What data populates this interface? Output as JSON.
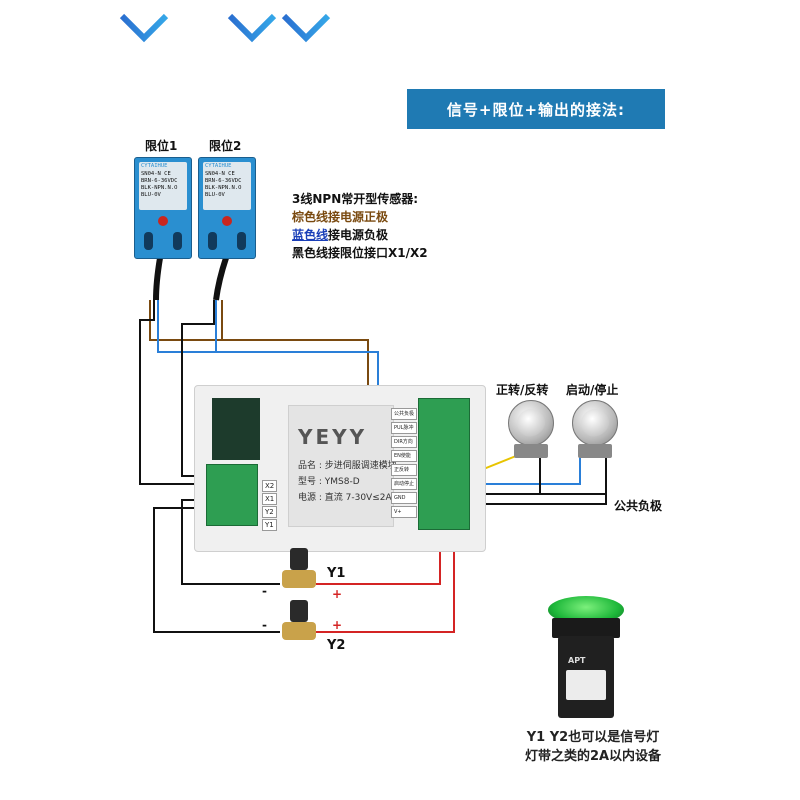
{
  "brand": {
    "logo_text": "YEYY"
  },
  "banner": {
    "title": "信号+限位+输出的接法:"
  },
  "sensors": [
    {
      "label": "限位1",
      "lines": [
        "SN04-N  CE",
        "BRN-6-36VDC",
        "BLK-NPN.N.O",
        "BLU-0V"
      ],
      "brand_mark": "CYTAIHUE"
    },
    {
      "label": "限位2",
      "lines": [
        "SN04-N  CE",
        "BRN-6-36VDC",
        "BLK-NPN.N.O",
        "BLU-0V"
      ],
      "brand_mark": "CYTAIHUE"
    }
  ],
  "sensor_note": {
    "line1": "3线NPN常开型传感器:",
    "line2": "棕色线接电源正极",
    "line3_a": "蓝色线",
    "line3_b": "接电源负极",
    "line4_a": "黑色线",
    "line4_b": "接限位接口X1/X2"
  },
  "buttons": {
    "left_label": "正转/反转",
    "right_label": "启动/停止"
  },
  "common_negative": "公共负极",
  "module": {
    "logo": "YEYY",
    "name_line": "品名 : 步进伺服调速模块",
    "model_line": "型号 : YMS8-D",
    "power_line": "电源 : 直流 7-30V≤2A",
    "left_pins": [
      "X2",
      "X1",
      "Y2",
      "Y1"
    ],
    "right_pins": [
      "公共负极",
      "PUL脉冲",
      "DIR方向",
      "EN使能",
      "正反转",
      "启动停止",
      "GND",
      "V+"
    ]
  },
  "valves": {
    "y1_label": "Y1",
    "y2_label": "Y2",
    "minus": "-",
    "plus": "+"
  },
  "bottom_note": {
    "line1": "Y1  Y2也可以是信号灯",
    "line2": "灯带之类的2A以内设备"
  },
  "lamp": {
    "mark": "APT"
  },
  "colors": {
    "banner": "#1f7ab3",
    "brown_wire": "#7a4a10",
    "blue_wire": "#2a7fd8",
    "yellow_wire": "#e8c400",
    "red_wire": "#d42424",
    "black_wire": "#111111",
    "terminal_green": "#2e9e52"
  }
}
